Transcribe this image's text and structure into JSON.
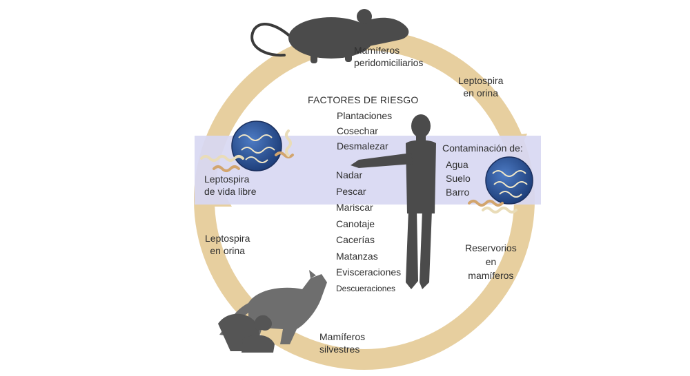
{
  "diagram": {
    "colors": {
      "ring": "#e7cf9f",
      "band": "#d8d8f2",
      "silhouette": "#4b4b4b",
      "animal": "#6e6e6e",
      "sphere": "#2a4f92",
      "spirochete": "#f1e7c8"
    },
    "icons": {
      "rat": "rat-silhouette-icon",
      "person": "person-silhouette-icon",
      "fox": "fox-silhouette-icon",
      "squirrel": "squirrel-silhouette-icon",
      "bacteria_left": "leptospira-colony-icon",
      "bacteria_right": "leptospira-colony-icon"
    },
    "labels": {
      "peridomestic": [
        "Mamíferos",
        "peridomiciliarios"
      ],
      "urine_top": [
        "Leptospira",
        "en orina"
      ],
      "contamination_title": "Contaminación de:",
      "contamination_items": [
        "Agua",
        "Suelo",
        "Barro"
      ],
      "reservoirs": [
        "Reservorios",
        "en",
        "mamíferos"
      ],
      "wild": [
        "Mamíferos",
        "silvestres"
      ],
      "urine_left": [
        "Leptospira",
        "en orina"
      ],
      "free_living": [
        "Leptospira",
        "de vida libre"
      ]
    },
    "risk": {
      "title": "FACTORES DE RIESGO",
      "group1": [
        "Plantaciones",
        "Cosechar",
        "Desmalezar"
      ],
      "group2": [
        "Nadar",
        "Pescar",
        "Mariscar",
        "Canotaje",
        "Cacerías",
        "Matanzas",
        "Evisceraciones"
      ],
      "small": "Descueraciones"
    }
  }
}
